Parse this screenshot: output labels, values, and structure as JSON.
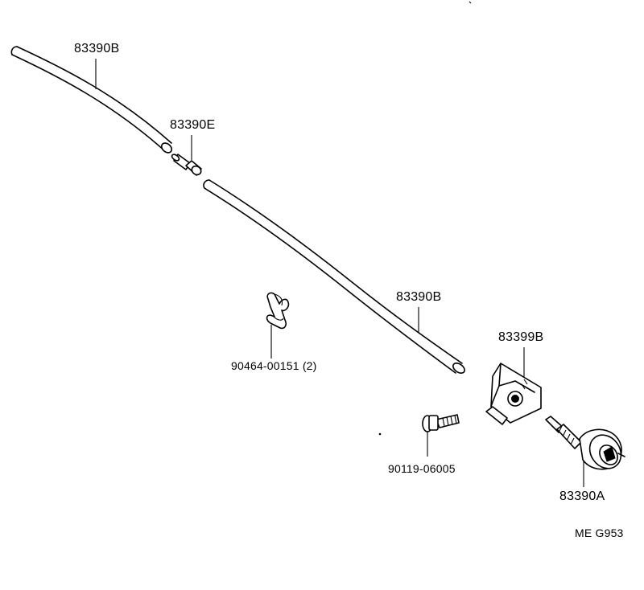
{
  "labels": {
    "hose_upper": "83390B",
    "joint": "83390E",
    "hose_lower": "83390B",
    "bracket": "83399B",
    "clamp": "90464-00151 (2)",
    "bolt": "90119-06005",
    "sensor": "83390A"
  },
  "diagram_code": "ME  G953",
  "colors": {
    "ink": "#000000",
    "background": "#ffffff"
  }
}
